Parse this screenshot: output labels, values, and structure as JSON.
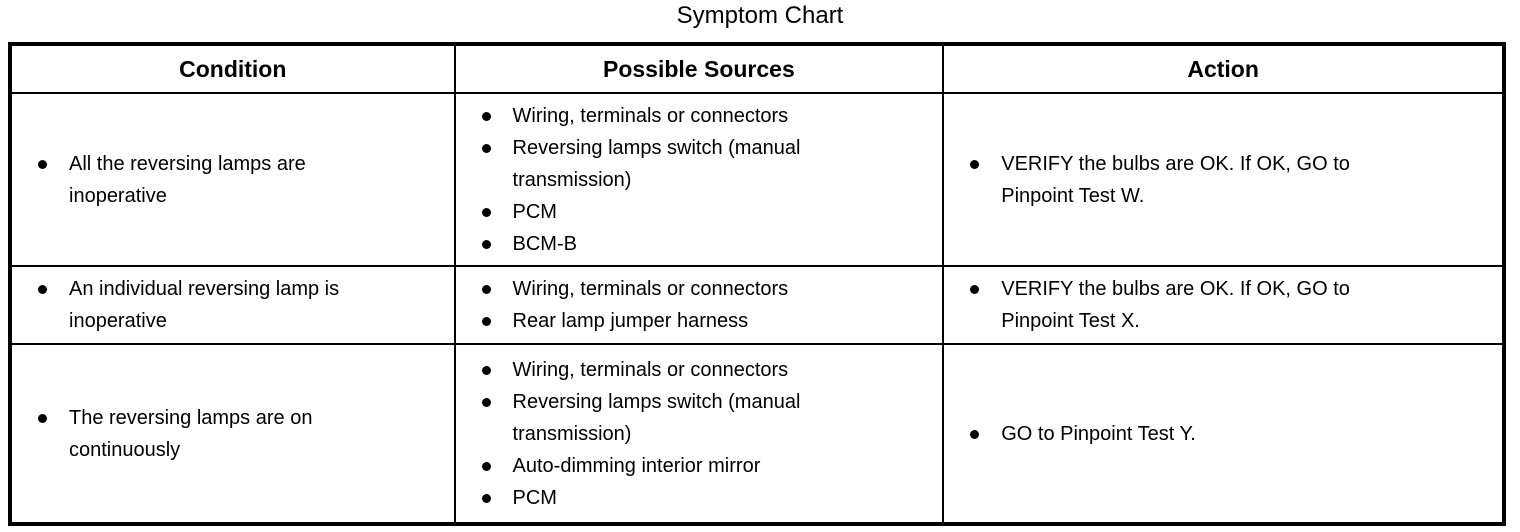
{
  "title": "Symptom Chart",
  "colors": {
    "text": "#000000",
    "border": "#000000",
    "background": "#ffffff"
  },
  "table": {
    "headers": {
      "condition": "Condition",
      "sources": "Possible Sources",
      "action": "Action"
    },
    "rows": [
      {
        "condition": [
          "All the reversing lamps are inoperative"
        ],
        "sources": [
          "Wiring, terminals or connectors",
          "Reversing lamps switch (manual transmission)",
          "PCM",
          "BCM-B"
        ],
        "action": [
          "VERIFY the bulbs are OK. If OK, GO to Pinpoint Test W."
        ]
      },
      {
        "condition": [
          "An individual reversing lamp is inoperative"
        ],
        "sources": [
          "Wiring, terminals or connectors",
          "Rear lamp jumper harness"
        ],
        "action": [
          "VERIFY the bulbs are OK. If OK, GO to Pinpoint Test X."
        ]
      },
      {
        "condition": [
          "The reversing lamps are on continuously"
        ],
        "sources": [
          "Wiring, terminals or connectors",
          "Reversing lamps switch (manual transmission)",
          "Auto-dimming interior mirror",
          "PCM"
        ],
        "action": [
          "GO to Pinpoint Test Y."
        ]
      }
    ]
  }
}
